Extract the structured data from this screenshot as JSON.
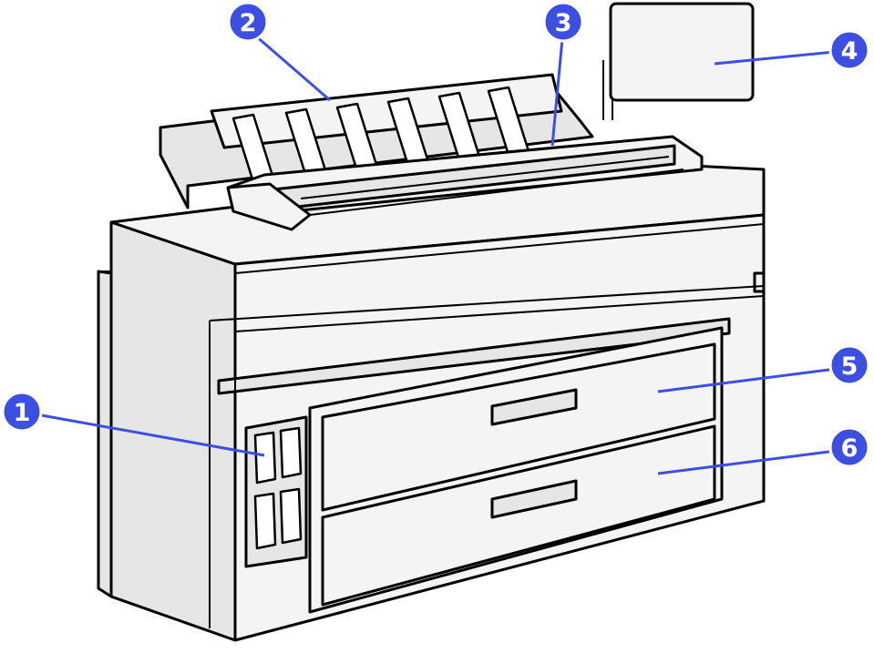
{
  "callouts": [
    {
      "id": "1",
      "label": "1",
      "part": "connectors"
    },
    {
      "id": "2",
      "label": "2",
      "part": "stacker"
    },
    {
      "id": "3",
      "label": "3",
      "part": "scanner"
    },
    {
      "id": "4",
      "label": "4",
      "part": "front-panel"
    },
    {
      "id": "5",
      "label": "5",
      "part": "roll-drawer-upper"
    },
    {
      "id": "6",
      "label": "6",
      "part": "roll-drawer-lower"
    }
  ],
  "colors": {
    "callout": "#3d4fe0",
    "outline": "#000000",
    "body": "#f4f4f4",
    "shade": "#e6e6e6"
  }
}
